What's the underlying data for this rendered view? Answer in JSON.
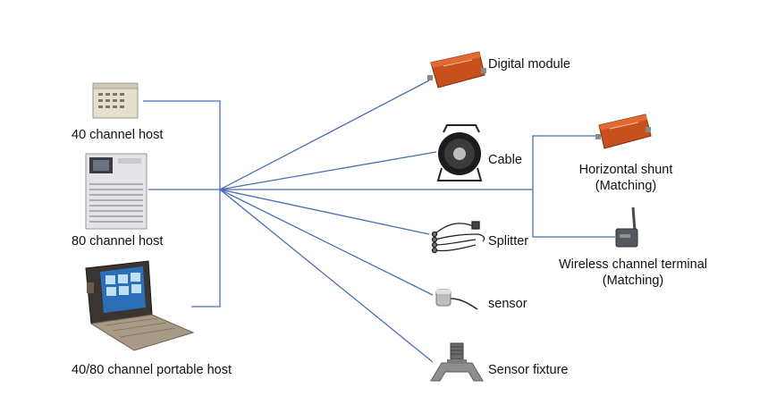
{
  "hosts": [
    {
      "id": "host40",
      "label": "40 channel host"
    },
    {
      "id": "host80",
      "label": "80 channel host"
    },
    {
      "id": "portable",
      "label": "40/80 channel portable host"
    }
  ],
  "accessories": [
    {
      "id": "digital",
      "label": "Digital module"
    },
    {
      "id": "cable",
      "label": "Cable"
    },
    {
      "id": "splitter",
      "label": "Splitter"
    },
    {
      "id": "sensor",
      "label": "sensor"
    },
    {
      "id": "fixture",
      "label": "Sensor fixture"
    }
  ],
  "matching": [
    {
      "id": "shunt",
      "label": "Horizontal shunt",
      "note": "(Matching)"
    },
    {
      "id": "wireless",
      "label": "Wireless channel terminal",
      "note": "(Matching)"
    }
  ],
  "colors": {
    "line": "#4a6db5",
    "module": "#c8501c",
    "case": "#d9d6cb"
  }
}
